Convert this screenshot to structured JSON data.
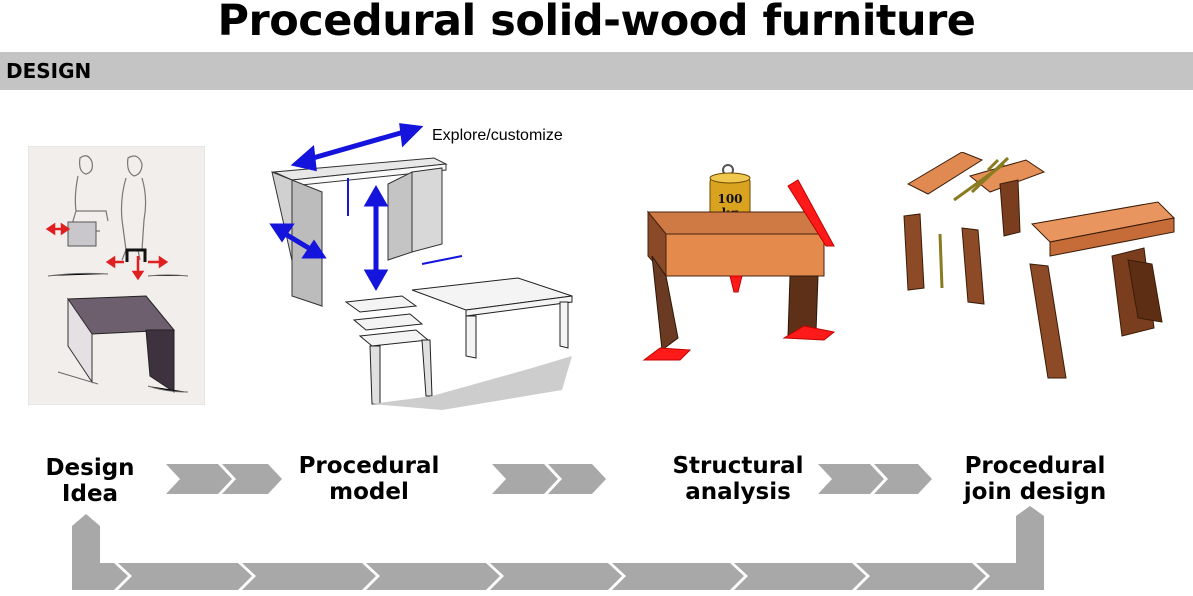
{
  "title": "Procedural solid-wood furniture",
  "section": "DESIGN",
  "annotation": "Explore/customize",
  "stages": [
    {
      "line1": "Design",
      "line2": "Idea"
    },
    {
      "line1": "Procedural",
      "line2": "model"
    },
    {
      "line1": "Structural",
      "line2": "analysis"
    },
    {
      "line1": "Procedural",
      "line2": "join design"
    }
  ],
  "weight_label": {
    "value": "100",
    "unit": "kg"
  },
  "colors": {
    "section_bar": "#c4c4c4",
    "flow_arrow": "#a8a8a8",
    "force_arrow_red": "#ff1a1a",
    "dimension_arrow_blue": "#1414dc",
    "wood_top": "#d4824a",
    "wood_dark": "#6a3a22"
  }
}
